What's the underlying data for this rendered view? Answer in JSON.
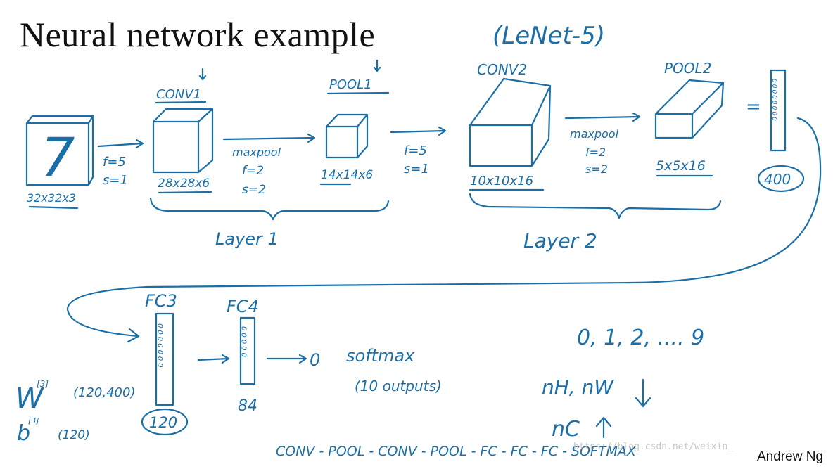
{
  "slide": {
    "title": "Neural network example",
    "subtitle": "(LeNet-5)",
    "author": "Andrew Ng",
    "watermark": "https://blog.csdn.net/weixin_"
  },
  "layers": {
    "input": {
      "glyph": "7",
      "dims": "32x32x3"
    },
    "conv1": {
      "name": "CONV1",
      "dims": "28x28x6"
    },
    "op1": {
      "f": "f=5",
      "s": "s=1"
    },
    "pool1": {
      "name": "POOL1",
      "dims": "14x14x6"
    },
    "op2": {
      "kind": "maxpool",
      "f": "f=2",
      "s": "s=2"
    },
    "op3": {
      "f": "f=5",
      "s": "s=1"
    },
    "conv2": {
      "name": "CONV2",
      "dims": "10x10x16"
    },
    "op4": {
      "kind": "maxpool",
      "f": "f=2",
      "s": "s=2"
    },
    "pool2": {
      "name": "POOL2",
      "dims": "5x5x16"
    },
    "flatten": {
      "eq": "=",
      "size": "400"
    },
    "layer1_label": "Layer 1",
    "layer2_label": "Layer 2",
    "fc3": {
      "name": "FC3",
      "size": "120"
    },
    "fc4": {
      "name": "FC4",
      "size": "84"
    },
    "softmax": {
      "label": "softmax",
      "outputs": "(10 outputs)",
      "node": "0"
    },
    "w3": {
      "symbol": "W",
      "sup": "[3]",
      "shape": "(120,400)"
    },
    "b3": {
      "symbol": "b",
      "sup": "[3]",
      "shape": "(120)"
    },
    "digits": "0, 1, 2, .... 9",
    "nh_nw": "nH, nW",
    "nc": "nC",
    "sequence": "CONV - POOL - CONV - POOL - FC - FC - FC - SOFTMAX"
  }
}
